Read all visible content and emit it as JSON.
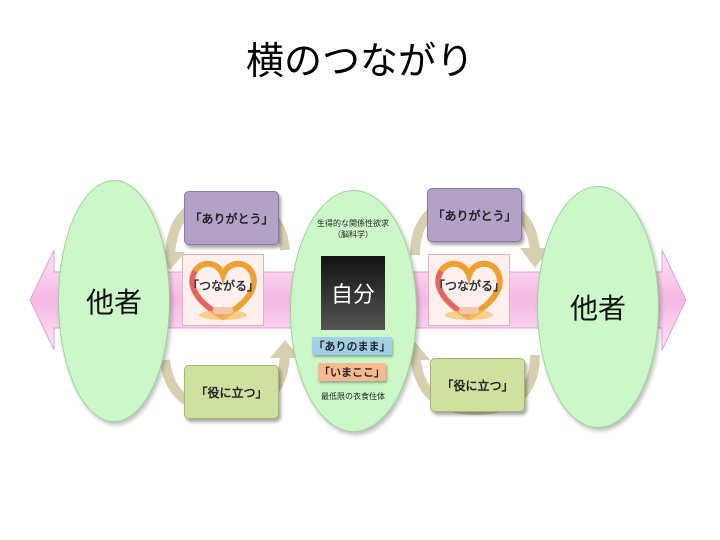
{
  "slide": {
    "title": "横のつながり"
  },
  "center": {
    "top_note_line1": "生得的な関係性欲求",
    "top_note_line2": "（脳科学）",
    "self_label": "自分",
    "tag_as_is": "「ありのまま」",
    "tag_here_now": "「いまここ」",
    "bottom_note": "最低限の衣食住体"
  },
  "left": {
    "other_label": "他者",
    "thanks_label": "「ありがとう」",
    "helpful_label": "「役に立つ」",
    "connect_label": "「つながる」"
  },
  "right": {
    "other_label": "他者",
    "thanks_label": "「ありがとう」",
    "helpful_label": "「役に立つ」",
    "connect_label": "「つながる」"
  },
  "colors": {
    "ellipse_fill": "#ccf7c8",
    "thanks_fill": "#b3a2c8",
    "helpful_fill": "#cfe0a0",
    "band_fill": "#f9c8ec",
    "tag_as_is_fill": "#9fd0e8",
    "tag_here_now_fill": "#f7b98f"
  },
  "icons": {
    "connection": "heart-handshake-icon",
    "cycle": "curved-arrow-icon"
  }
}
